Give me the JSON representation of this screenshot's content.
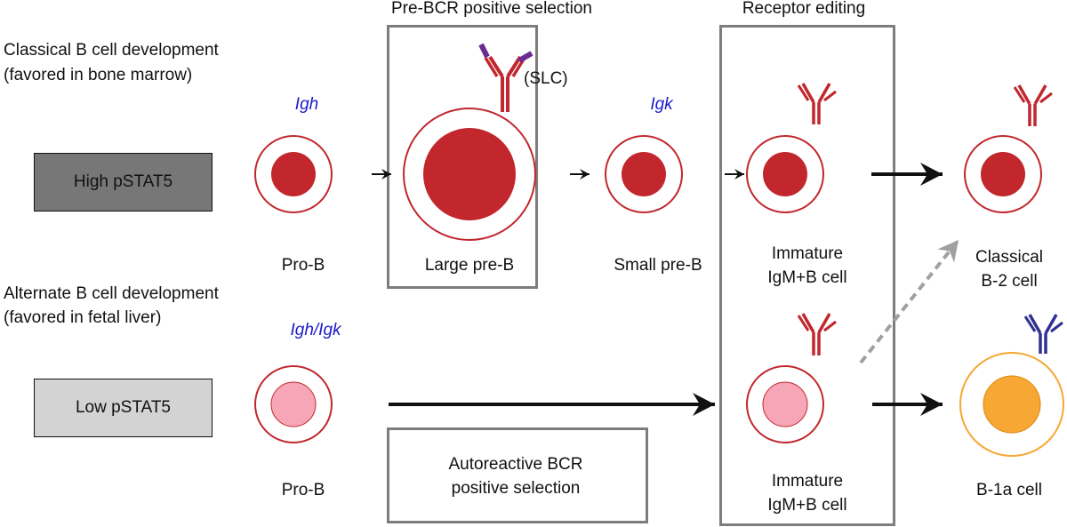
{
  "headers": {
    "pre_bcr": "Pre-BCR positive selection",
    "receptor_editing": "Receptor editing"
  },
  "classical": {
    "title_line1": "Classical B cell development",
    "title_line2": "(favored in bone marrow)",
    "stat_label": "High pSTAT5",
    "gene_pro_b": "Igh",
    "gene_small_pre_b": "Igk",
    "slc_label": "(SLC)",
    "cells": [
      "Pro-B",
      "Large pre-B",
      "Small pre-B"
    ],
    "immature_line1": "Immature",
    "immature_line2": "IgM+B cell",
    "final_line1": "Classical",
    "final_line2": "B-2 cell"
  },
  "alternate": {
    "title_line1": "Alternate B cell development",
    "title_line2": "(favored in fetal liver)",
    "stat_label": "Low pSTAT5",
    "gene_pro_b": "Igh/Igk",
    "pro_b_label": "Pro-B",
    "autoreactive_line1": "Autoreactive BCR",
    "autoreactive_line2": "positive selection",
    "immature_line1": "Immature",
    "immature_line2": "IgM+B cell",
    "final_label": "B-1a cell"
  },
  "colors": {
    "red": "#c1272d",
    "pink": "#f7a6b7",
    "orange": "#f7a733",
    "purple": "#6b2c91",
    "navy": "#2e3192",
    "high_stat_fill": "#777777",
    "low_stat_fill": "#d3d3d3",
    "box_border": "#7d7d7d"
  }
}
